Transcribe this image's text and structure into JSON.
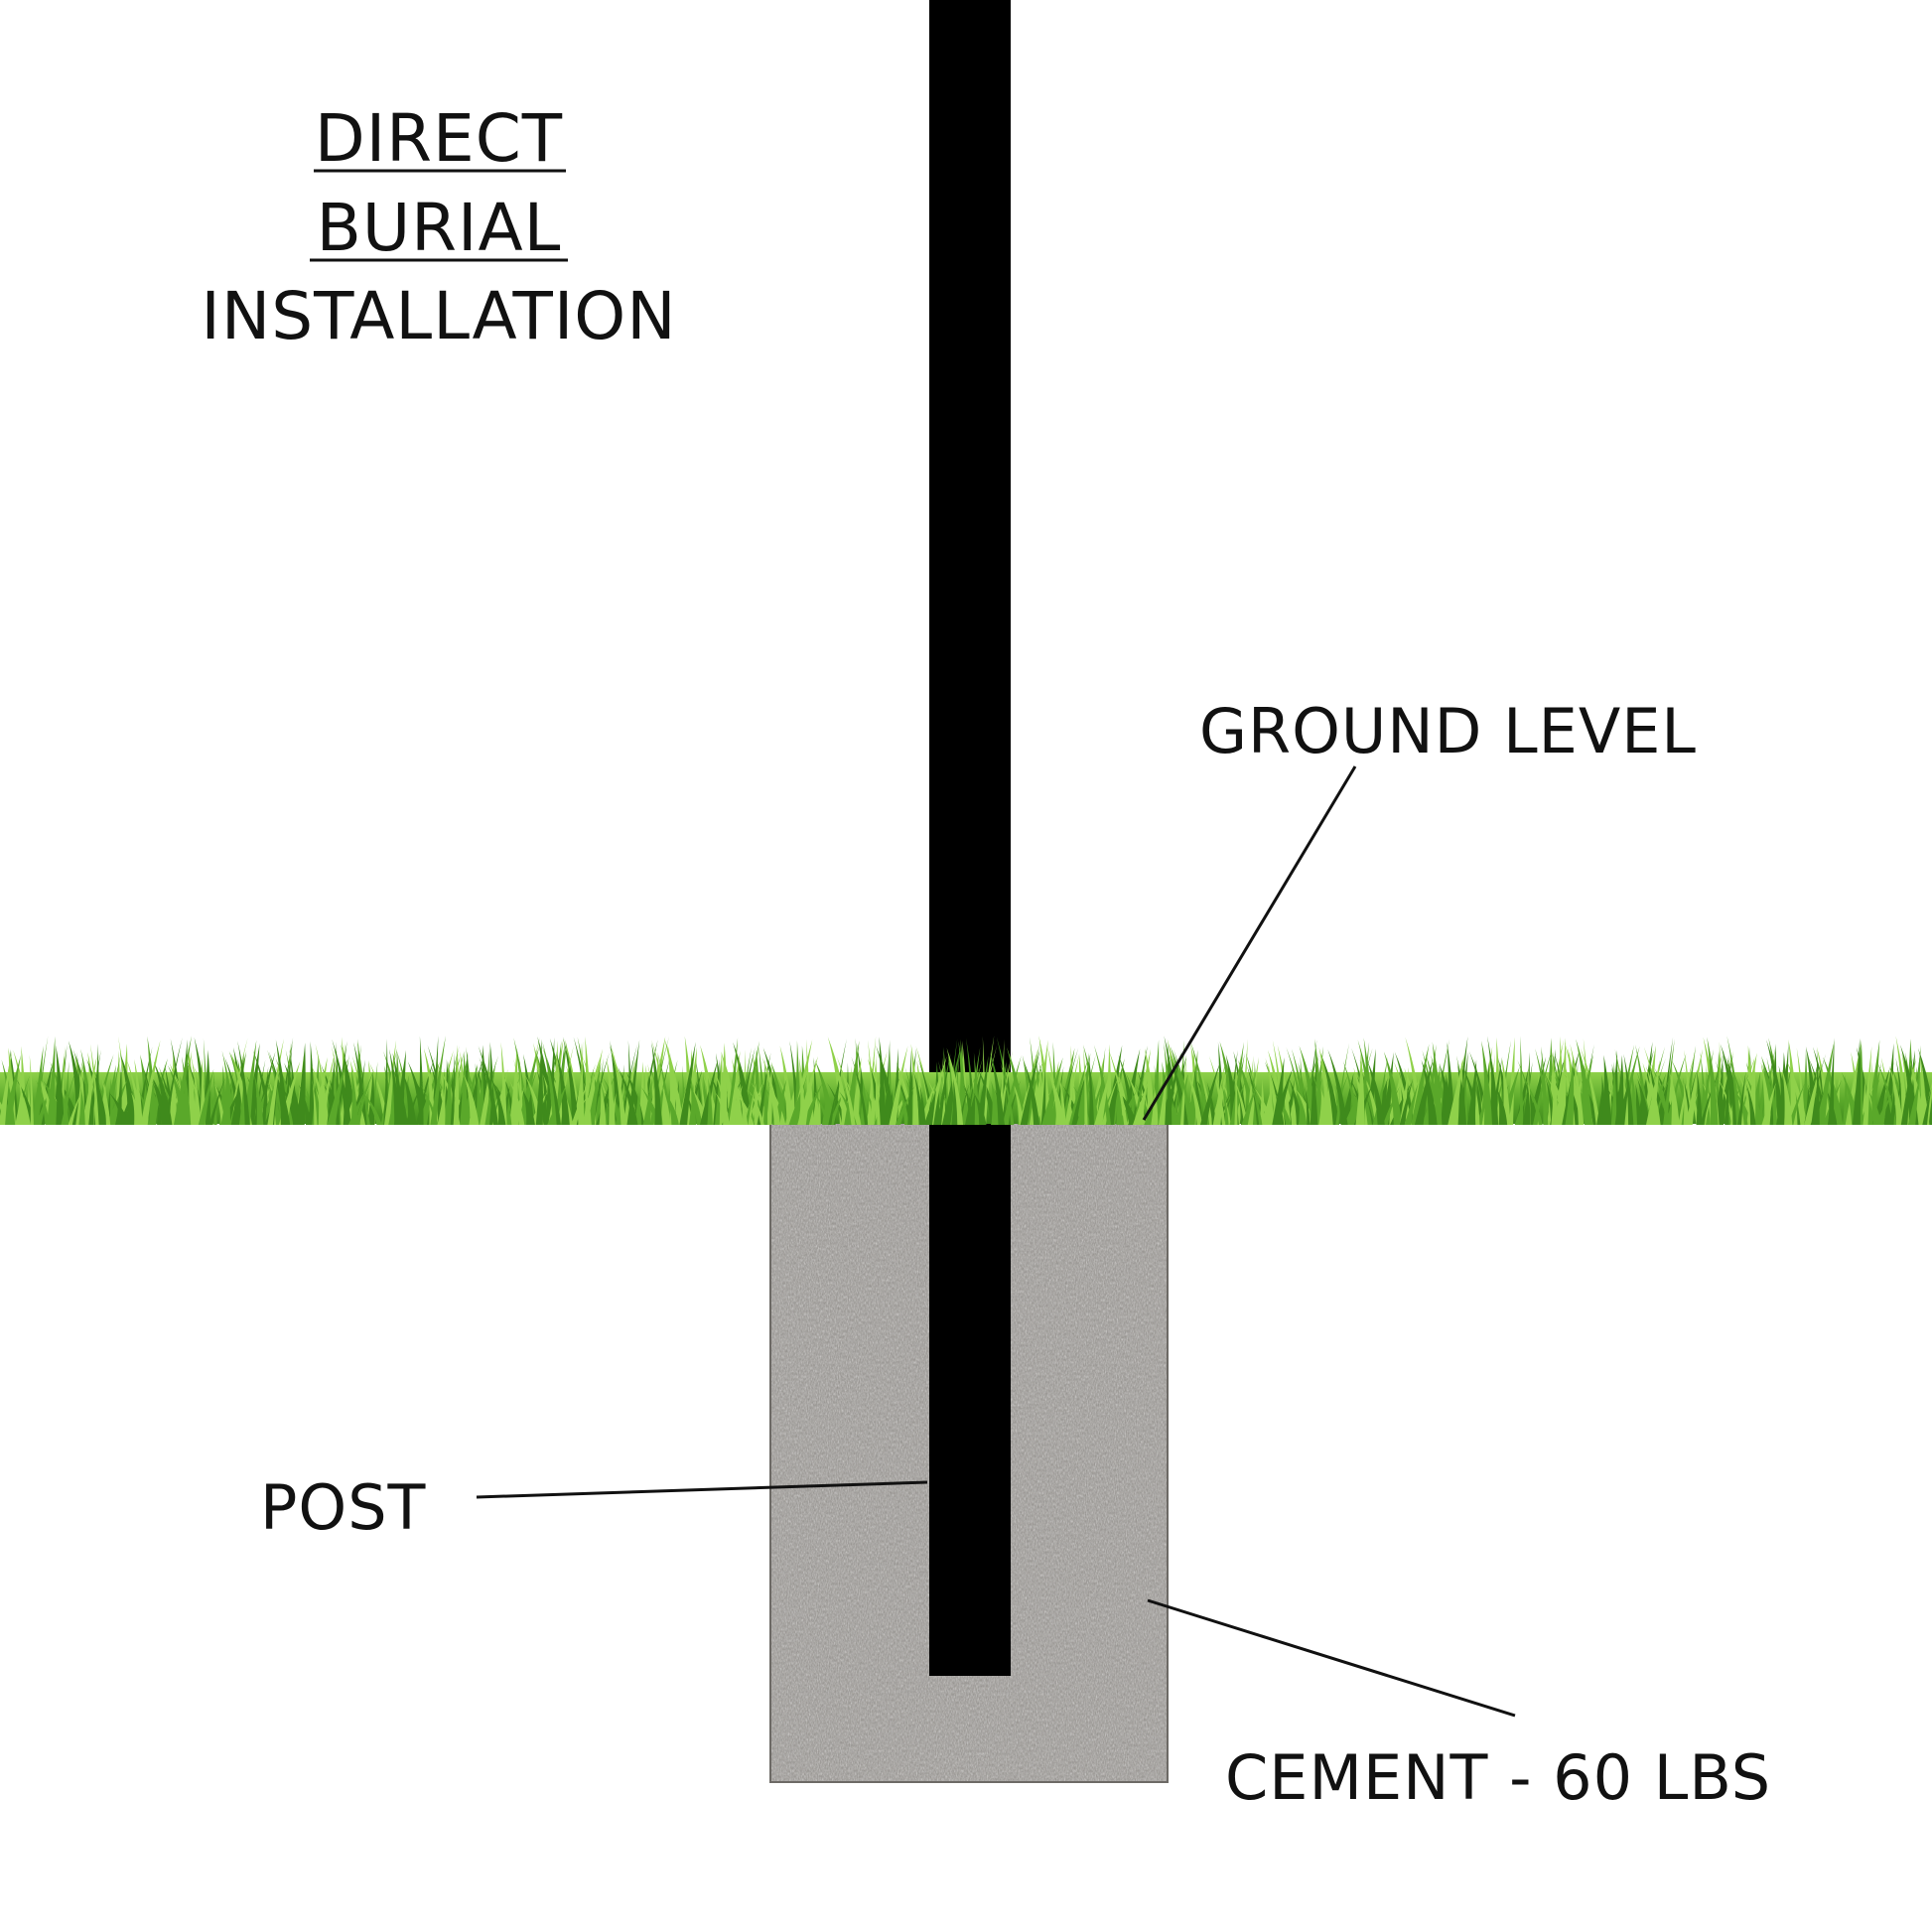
{
  "title": {
    "line1": "DIRECT",
    "line2": "BURIAL",
    "line3": "INSTALLATION"
  },
  "labels": {
    "ground_level": "GROUND LEVEL",
    "post": "POST",
    "cement": "CEMENT - 60 LBS"
  },
  "colors": {
    "post": "#000000",
    "cement": "#8f8c88",
    "grass_dark": "#3f8a1c",
    "grass_mid": "#5aa82a",
    "grass_light": "#8fd14a",
    "text": "#111111"
  }
}
